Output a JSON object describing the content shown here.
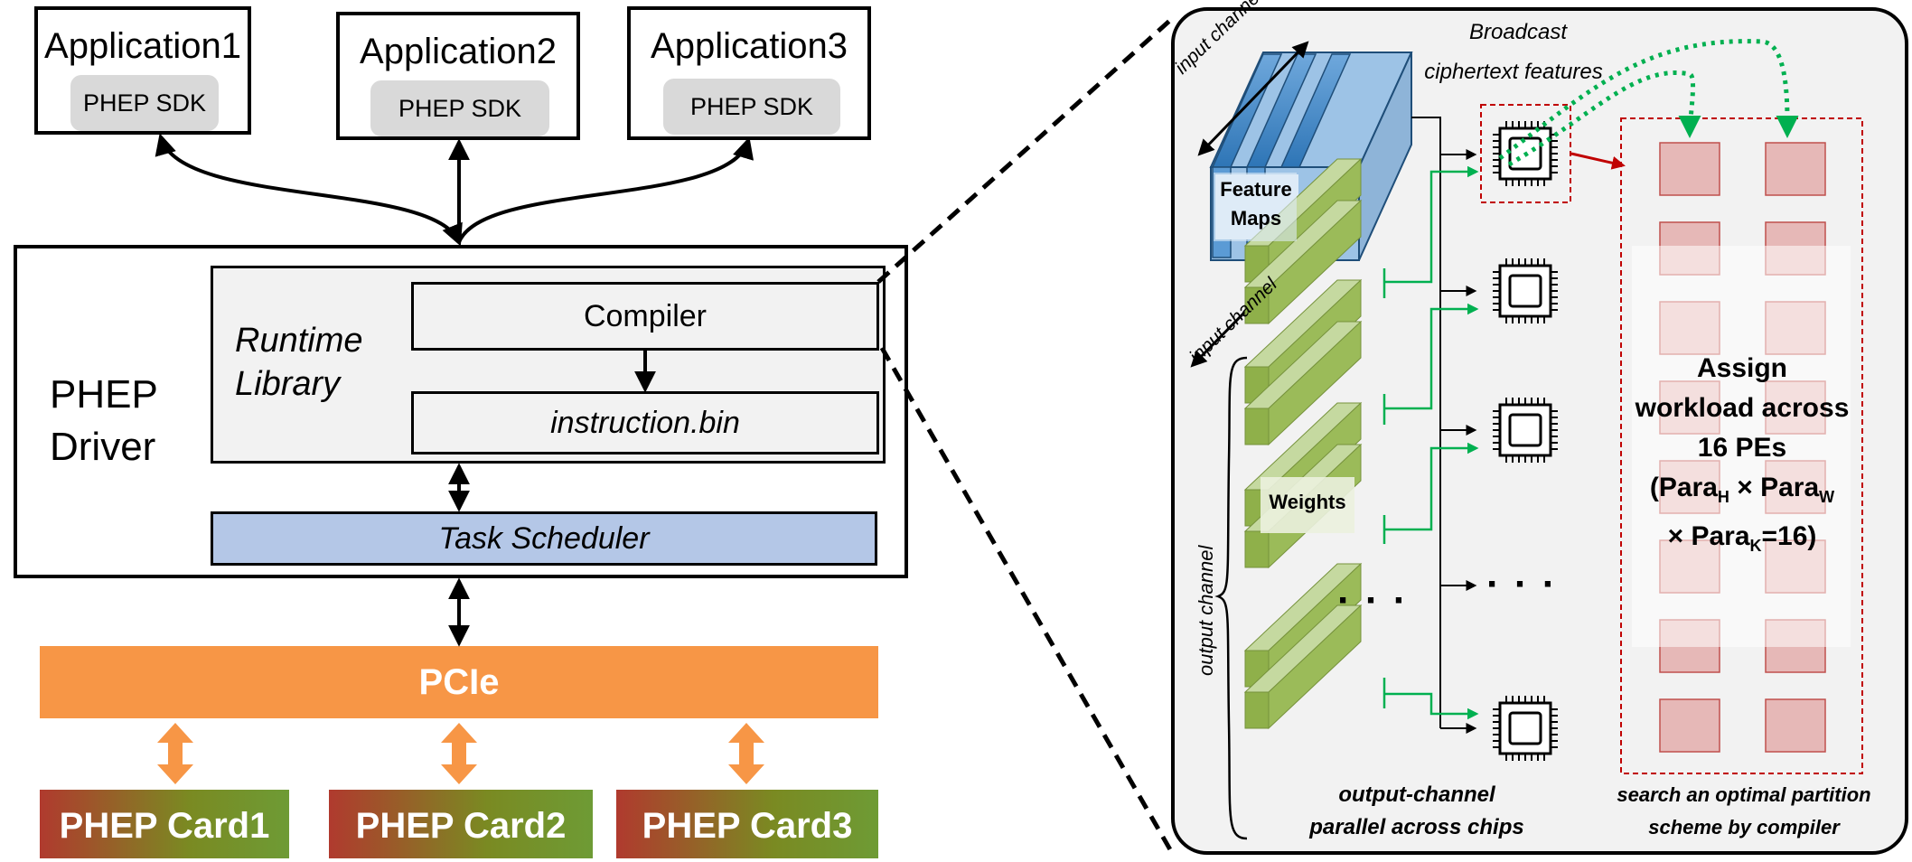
{
  "applications": [
    {
      "title": "Application1",
      "sdk": "PHEP SDK"
    },
    {
      "title": "Application2",
      "sdk": "PHEP SDK"
    },
    {
      "title": "Application3",
      "sdk": "PHEP SDK"
    }
  ],
  "driver": {
    "label_line1": "PHEP",
    "label_line2": "Driver",
    "runtime_line1": "Runtime",
    "runtime_line2": "Library",
    "compiler": "Compiler",
    "instruction": "instruction.bin",
    "scheduler": "Task Scheduler"
  },
  "bus": "PCIe",
  "cards": [
    "PHEP Card1",
    "PHEP Card2",
    "PHEP Card3"
  ],
  "detail": {
    "broadcast_line1": "Broadcast",
    "broadcast_line2": "ciphertext features",
    "input_channel_top": "input channel",
    "input_channel_mid": "input channel",
    "output_channel": "output channel",
    "feature_maps_line1": "Feature",
    "feature_maps_line2": "Maps",
    "weights": "Weights",
    "dots_weights": "· · ·",
    "dots_chips": "· · ·",
    "caption_left_line1": "output-channel",
    "caption_left_line2": "parallel across chips",
    "caption_right_line1": "search an optimal partition",
    "caption_right_line2": "scheme by compiler",
    "assign_line1": "Assign",
    "assign_line2": "workload across",
    "assign_line3": "16 PEs",
    "para": "Para",
    "sub_h": "H",
    "sub_w": "W",
    "sub_k": "K",
    "times": "×",
    "para_tail": "=16)",
    "paren_open": "(",
    "colors": {
      "pe": "#e6b8b7",
      "green_line": "#00b050",
      "red": "#c00000",
      "weights": "#9bbb59",
      "feature": "#5b9bd5"
    }
  }
}
